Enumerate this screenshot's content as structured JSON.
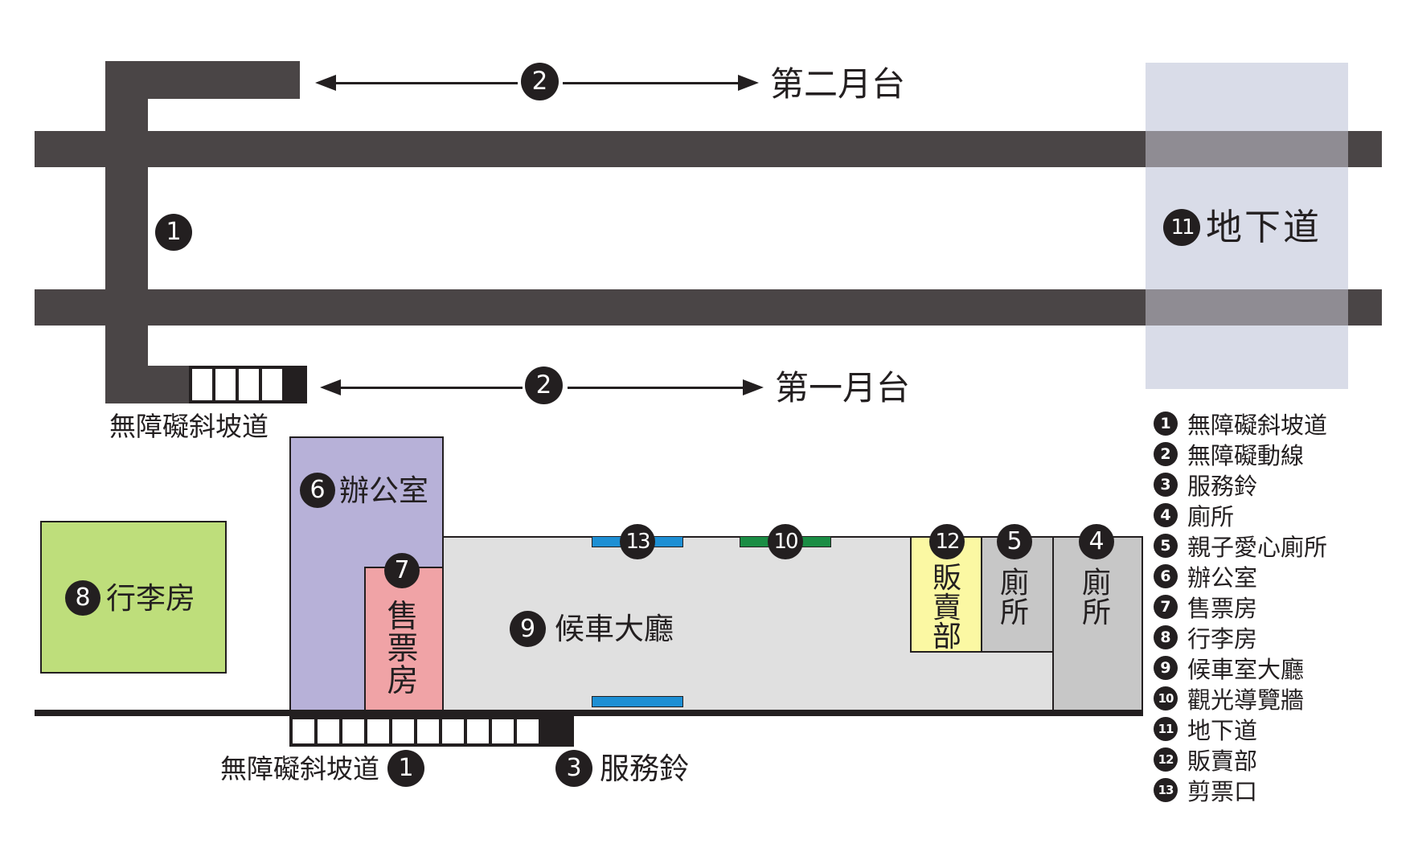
{
  "colors": {
    "track": "#4a4546",
    "underpass": "#d9dce8",
    "office": "#b7b1d8",
    "ticket_room": "#f0a3a6",
    "luggage_room": "#bede7b",
    "waiting_hall": "#e0e0e0",
    "shop": "#fbf8a3",
    "toilet": "#c7c7c7",
    "ticket_gate": "#1d8fd4",
    "info_wall": "#1a8d44"
  },
  "platforms": {
    "platform2": {
      "marker": "2",
      "label": "第二月台"
    },
    "platform1": {
      "marker": "2",
      "label": "第一月台"
    }
  },
  "markers": {
    "ramp_top": "1",
    "ramp_bottom": "1",
    "service_bell": "3",
    "toilet_right": "4",
    "toilet_left": "5",
    "office": "6",
    "ticket_room": "7",
    "luggage_room": "8",
    "waiting_hall": "9",
    "info_wall": "10",
    "underpass": "11",
    "shop": "12",
    "ticket_gate": "13"
  },
  "areas": {
    "underpass": "地下道",
    "office": "辦公室",
    "luggage_room": "行李房",
    "waiting_hall": "候車大廳",
    "ticket_room": [
      "售",
      "票",
      "房"
    ],
    "shop": [
      "販",
      "賣",
      "部"
    ],
    "toilet_left": [
      "廁",
      "所"
    ],
    "toilet_right": [
      "廁",
      "所"
    ],
    "ramp_top": "無障礙斜坡道",
    "ramp_bottom": "無障礙斜坡道",
    "service_bell": "服務鈴"
  },
  "legend": [
    {
      "num": "1",
      "label": "無障礙斜坡道"
    },
    {
      "num": "2",
      "label": "無障礙動線"
    },
    {
      "num": "3",
      "label": "服務鈴"
    },
    {
      "num": "4",
      "label": "廁所"
    },
    {
      "num": "5",
      "label": "親子愛心廁所"
    },
    {
      "num": "6",
      "label": "辦公室"
    },
    {
      "num": "7",
      "label": "售票房"
    },
    {
      "num": "8",
      "label": "行李房"
    },
    {
      "num": "9",
      "label": "候車室大廳"
    },
    {
      "num": "10",
      "label": "觀光導覽牆"
    },
    {
      "num": "11",
      "label": "地下道"
    },
    {
      "num": "12",
      "label": "販賣部"
    },
    {
      "num": "13",
      "label": "剪票口"
    }
  ]
}
